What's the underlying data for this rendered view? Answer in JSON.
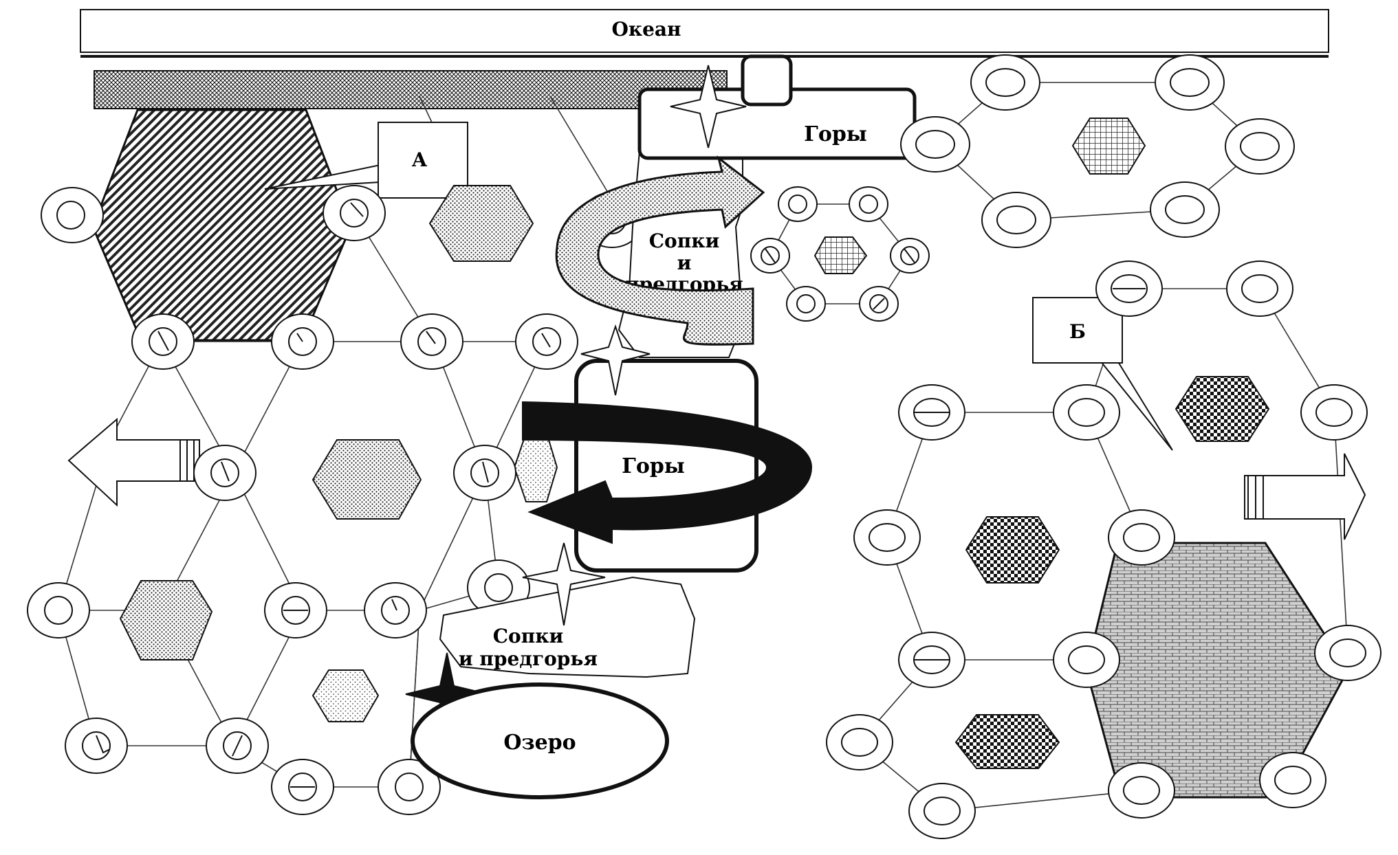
{
  "labels": {
    "ocean": "Океан",
    "mountains_top": "Горы",
    "mountains_mid": "Горы",
    "hills_top_1": "Сопки",
    "hills_top_2": "и",
    "hills_top_3": "предгорья",
    "hills_bottom_1": "Сопки",
    "hills_bottom_2": "и предгорья",
    "lake": "Озеро",
    "callout_a": "А",
    "callout_b": "Б"
  }
}
